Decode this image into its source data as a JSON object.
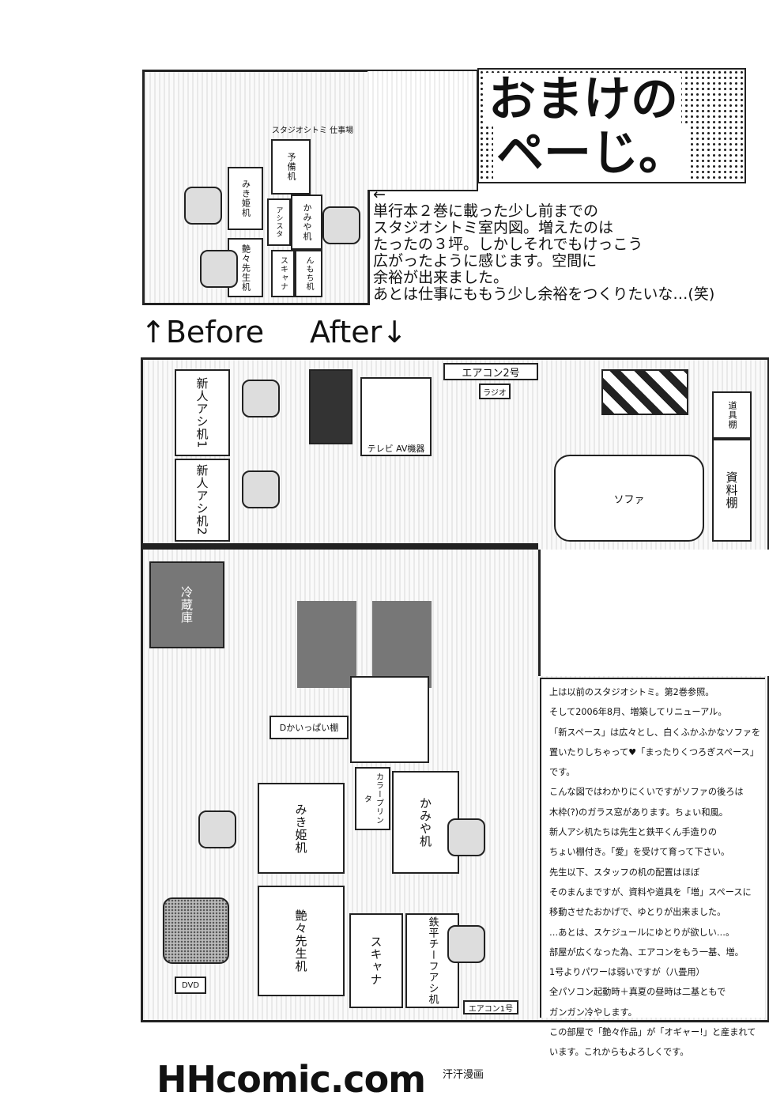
{
  "title": {
    "line1": "おまけの",
    "line2": "ペーじ。"
  },
  "description": {
    "arrow": "←",
    "text": "単行本２巻に載った少し前までの\nスタジオシトミ室内図。増えたのは\nたったの３坪。しかしそれでもけっこう\n広がったように感じます。空間に\n余裕が出来ました。\nあとは仕事にももう少し余裕をつくりたいな…(笑)"
  },
  "divider": {
    "before": "↑Before",
    "after": "After↓"
  },
  "before_plan": {
    "studio_label": "スタジオシトミ 仕事場",
    "desks": [
      "予備机",
      "みき姫机",
      "かみや机",
      "アシスタ",
      "艶々先生机",
      "スキャナ",
      "んもち机"
    ]
  },
  "after_plan": {
    "aircon2": "エアコン2号",
    "radio": "ラジオ",
    "tv": "テレビ AV機器",
    "tool_shelf": "道具棚",
    "material_shelf": "資料棚",
    "sofa": "ソファ",
    "new_desk1": "新人アシ机1",
    "new_desk2": "新人アシ机2",
    "fridge": "冷蔵庫",
    "shelf": "Dかいっぱい棚",
    "printer": "カラープリンタ",
    "miki": "みき姫机",
    "kamiya": "かみや机",
    "sensei": "艶々先生机",
    "scanner": "スキャナ",
    "teppei": "鉄平チーフアシ机",
    "aircon1": "エアコン1号",
    "dvd": "DVD"
  },
  "handwritten_note": "上は以前のスタジオシトミ。第2巻参照。\nそして2006年8月、増築してリニューアル。\n「新スペース」は広々とし、白くふかふかなソファを\n置いたりしちゃって♥「まったりくつろぎスペース」です。\nこんな図ではわかりにくいですがソファの後ろは\n木枠(?)のガラス窓があります。ちょい和風。\n新人アシ机たちは先生と鉄平くん手造りの\nちょい棚付き。「愛」を受けて育って下さい。\n先生以下、スタッフの机の配置はほぼ\nそのまんまですが、資料や道具を「増」スペースに\n移動させたおかげで、ゆとりが出来ました。\n…あとは、スケジュールにゆとりが欲しい…。\n部屋が広くなった為、エアコンをもう一基、増。\n1号よりパワーは弱いですが（八畳用）\n全パソコン起動時＋真夏の昼時は二基ともで\nガンガン冷やします。\nこの部屋で「艶々作品」が「オギャー!」と産まれて\nいます。これからもよろしくです。",
  "watermark": {
    "logo": "HHcomic.com",
    "sub": "汗汗漫画"
  }
}
